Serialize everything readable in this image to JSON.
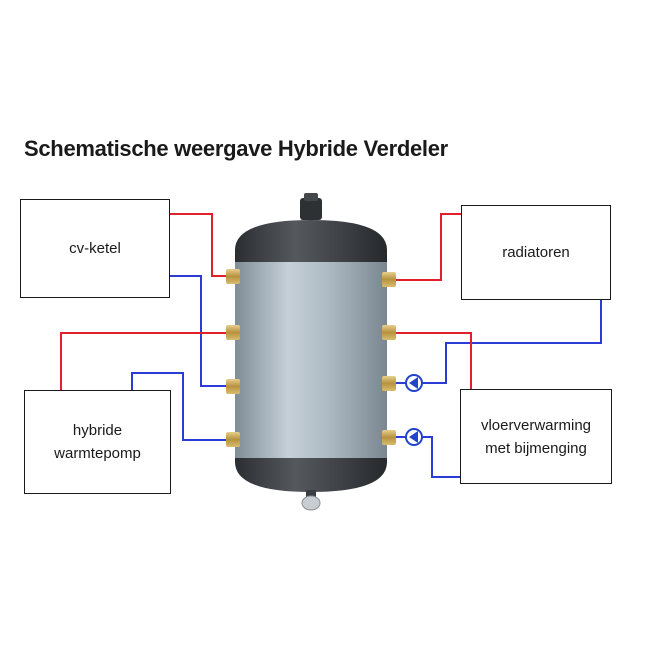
{
  "title": "Schematische weergave Hybride Verdeler",
  "boxes": {
    "cv_ketel": "cv-ketel",
    "radiatoren": "radiatoren",
    "hybride_warmtepomp": [
      "hybride",
      "warmtepomp"
    ],
    "vloerverwarming": [
      "vloerverwarming",
      "met bijmenging"
    ]
  },
  "colors": {
    "supply": "#e0202a",
    "return": "#2b3bd6",
    "tank_body": "#a9b6c0",
    "tank_cap": "#3a3d41",
    "fitting": "#c9a659",
    "pump": "#2244cc"
  },
  "icons": [
    "pump-icon",
    "pump-icon"
  ]
}
